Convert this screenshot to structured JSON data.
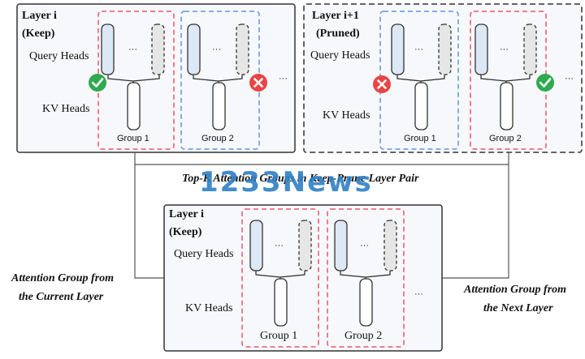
{
  "top_left": {
    "layer_label": "Layer i",
    "status_label": "(Keep)",
    "query_heads_label": "Query Heads",
    "kv_heads_label": "KV Heads",
    "group1_label": "Group 1",
    "group2_label": "Group 2",
    "ellipsis": "···"
  },
  "top_right": {
    "layer_label": "Layer i+1",
    "status_label": "(Pruned)",
    "query_heads_label": "Query Heads",
    "kv_heads_label": "KV Heads",
    "group1_label": "Group 1",
    "group2_label": "Group 2",
    "ellipsis": "···"
  },
  "bottom": {
    "layer_label": "Layer i",
    "status_label": "(Keep)",
    "query_heads_label": "Query Heads",
    "kv_heads_label": "KV Heads",
    "group1_label": "Group 1",
    "group2_label": "Group 2",
    "ellipsis": "···"
  },
  "caption": "Top-K Attention Groups in Keep-Prune Layer Pair",
  "annotation_left": [
    "Attention Group from",
    "the Current Layer"
  ],
  "annotation_right": [
    "Attention Group from",
    "the Next Layer"
  ],
  "watermark": "1233News",
  "icons": {
    "keep": "check-circle-icon",
    "drop": "x-circle-icon"
  },
  "colors": {
    "selected_group": "#e8556a",
    "unselected_group": "#5b95e3",
    "check_green": "#2eaa4f",
    "cross_red": "#e84545",
    "head_fill": "#dce8f5",
    "panel_fill": "#f7f8fb"
  }
}
